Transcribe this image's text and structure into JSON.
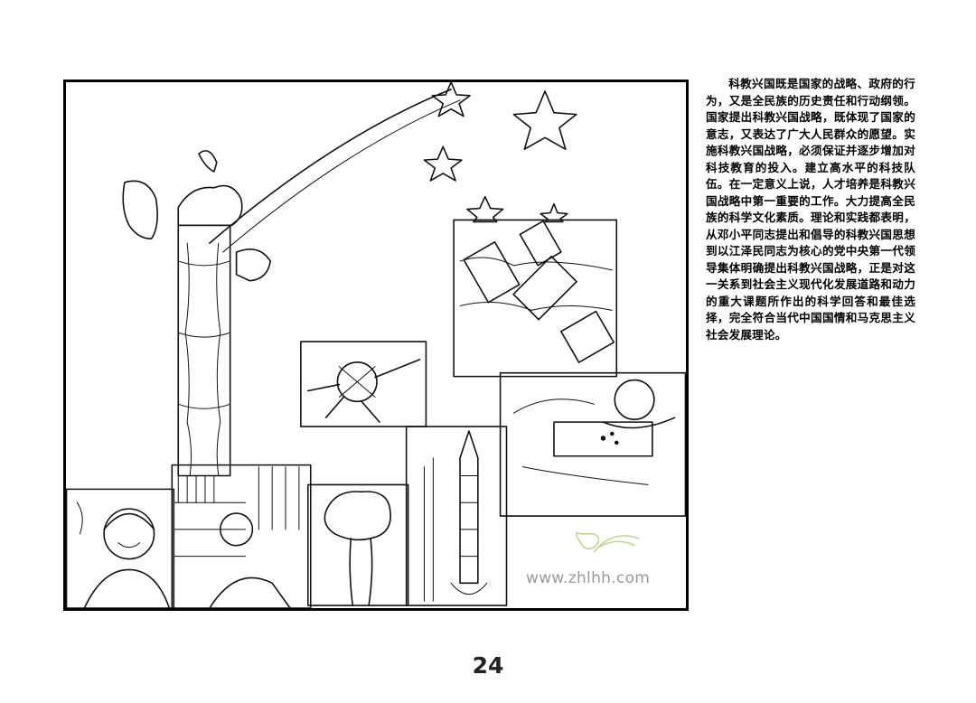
{
  "page": {
    "number": "24",
    "paragraph": "科教兴国既是国家的战略、政府的行为，又是全民族的历史责任和行动纲领。国家提出科教兴国战略，既体现了国家的意志，又表达了广大人民群众的愿望。实施科教兴国战略，必须保证并逐步增加对科技教育的投入。建立高水平的科技队伍。在一定意义上说，人才培养是科教兴国战略中第一重要的工作。大力提高全民族的科学文化素质。理论和实践都表明，从邓小平同志提出和倡导的科教兴国思想到以江泽民同志为核心的党中央第一代领导集体明确提出科教兴国战略，正是对这一关系到社会主义现代化发展道路和动力的重大课题所作出的科学回答和最佳选择，完全符合当代中国国情和马克思主义社会发展理论。",
    "watermark": "www.zhlhh.com",
    "colors": {
      "ink": "#000000",
      "watermark": "#9a9a9a",
      "logo_green": "#b9d88a"
    }
  }
}
